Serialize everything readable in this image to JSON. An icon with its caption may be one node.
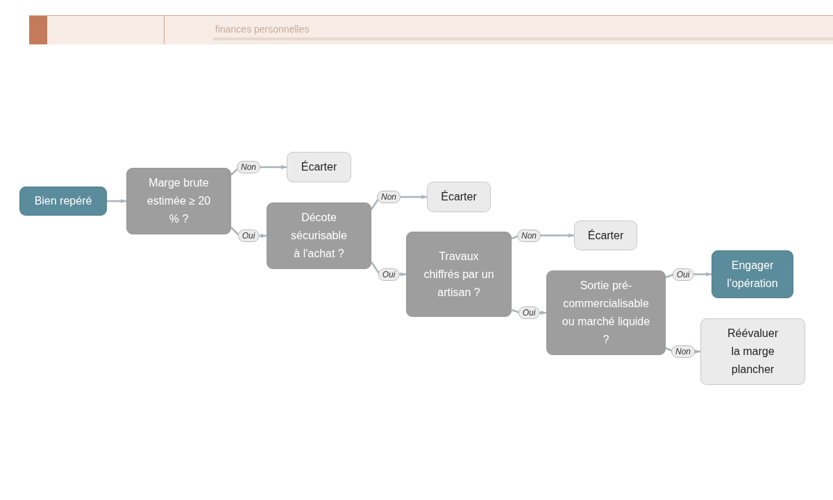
{
  "diagram": {
    "nodes": [
      {
        "text": [
          "Bien repéré"
        ]
      },
      {
        "text": [
          "Marge brute estimée ≥ 20 % ?"
        ]
      },
      {
        "text": [
          "Écarter"
        ]
      },
      {
        "text": [
          "Décote sécurisable à l'achat ?"
        ]
      },
      {
        "text": [
          "Écarter"
        ]
      },
      {
        "text": [
          "Travaux chiffrés par un artisan ?"
        ]
      },
      {
        "text": [
          "Écarter"
        ]
      },
      {
        "text": [
          "Sortie pré-commercialisable ou marché liquide ?"
        ]
      },
      {
        "text": [
          "Engager l'opération"
        ]
      },
      {
        "text": [
          "Réévaluer la marge plancher"
        ]
      }
    ],
    "edges": [
      {
        "from": 0,
        "to": 1,
        "arrow": "to"
      },
      {
        "from": 1,
        "to": 2,
        "arrow": "to",
        "label": "Non"
      },
      {
        "from": 1,
        "to": 3,
        "arrow": "to",
        "label": "Oui"
      },
      {
        "from": 3,
        "to": 4,
        "arrow": "to",
        "label": "Non"
      },
      {
        "from": 3,
        "to": 5,
        "arrow": "to",
        "label": "Oui"
      },
      {
        "from": 5,
        "to": 6,
        "arrow": "to",
        "label": "Non"
      },
      {
        "from": 5,
        "to": 7,
        "arrow": "to",
        "label": "Oui"
      },
      {
        "from": 7,
        "to": 8,
        "arrow": "to",
        "label": "Oui"
      },
      {
        "from": 7,
        "to": 9,
        "arrow": "to",
        "label": "Non"
      }
    ],
    "labels": [
      "finances personnelles"
    ]
  }
}
